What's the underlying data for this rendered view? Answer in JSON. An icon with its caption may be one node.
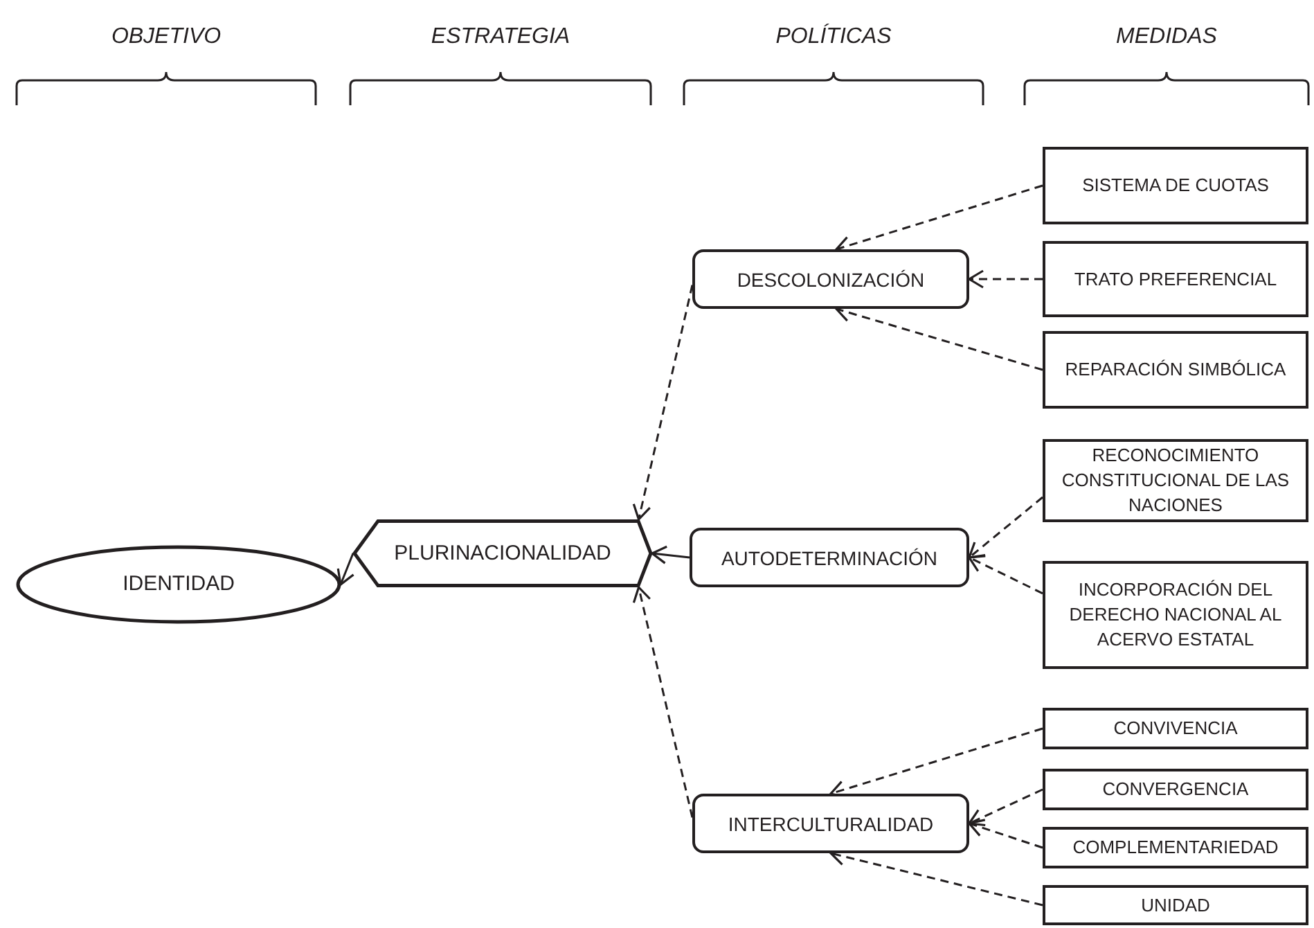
{
  "diagram": {
    "nodes": [
      {
        "text": [
          "IDENTIDAD"
        ]
      },
      {
        "text": [
          "PLURINACIONALIDAD"
        ]
      },
      {
        "text": [
          "DESCOLONIZACIÓN"
        ]
      },
      {
        "text": [
          "AUTODETERMINACIÓN"
        ]
      },
      {
        "text": [
          "INTERCULTURALIDAD"
        ]
      },
      {
        "text": [
          "SISTEMA DE CUOTAS"
        ]
      },
      {
        "text": [
          "TRATO PREFERENCIAL"
        ]
      },
      {
        "text": [
          "REPARACIÓN SIMBÓLICA"
        ]
      },
      {
        "text": [
          "RECONOCIMIENTO CONSTITUCIONAL DE LAS NACIONES"
        ]
      },
      {
        "text": [
          "INCORPORACIÓN DEL DERECHO NACIONAL AL ACERVO ESTATAL"
        ]
      },
      {
        "text": [
          "CONVIVENCIA"
        ]
      },
      {
        "text": [
          "CONVERGENCIA"
        ]
      },
      {
        "text": [
          "COMPLEMENTARIEDAD"
        ]
      },
      {
        "text": [
          "UNIDAD"
        ]
      }
    ],
    "edges": [
      {
        "from": 1,
        "to": 0,
        "arrow": "to"
      },
      {
        "from": 2,
        "to": 1,
        "arrow": "to",
        "style": "dashed"
      },
      {
        "from": 3,
        "to": 1,
        "arrow": "to"
      },
      {
        "from": 4,
        "to": 1,
        "arrow": "to",
        "style": "dashed"
      },
      {
        "from": 5,
        "to": 2,
        "arrow": "to",
        "style": "dashed"
      },
      {
        "from": 6,
        "to": 2,
        "arrow": "to",
        "style": "dashed"
      },
      {
        "from": 7,
        "to": 2,
        "arrow": "to",
        "style": "dashed"
      },
      {
        "from": 8,
        "to": 3,
        "arrow": "to",
        "style": "dashed"
      },
      {
        "from": 9,
        "to": 3,
        "arrow": "to",
        "style": "dashed"
      },
      {
        "from": 10,
        "to": 4,
        "arrow": "to",
        "style": "dashed"
      },
      {
        "from": 11,
        "to": 4,
        "arrow": "to",
        "style": "dashed"
      },
      {
        "from": 12,
        "to": 4,
        "arrow": "to",
        "style": "dashed"
      },
      {
        "from": 13,
        "to": 4,
        "arrow": "to",
        "style": "dashed"
      }
    ],
    "labels": [
      "OBJETIVO",
      "ESTRATEGIA",
      "POLÍTICAS",
      "MEDIDAS"
    ]
  }
}
